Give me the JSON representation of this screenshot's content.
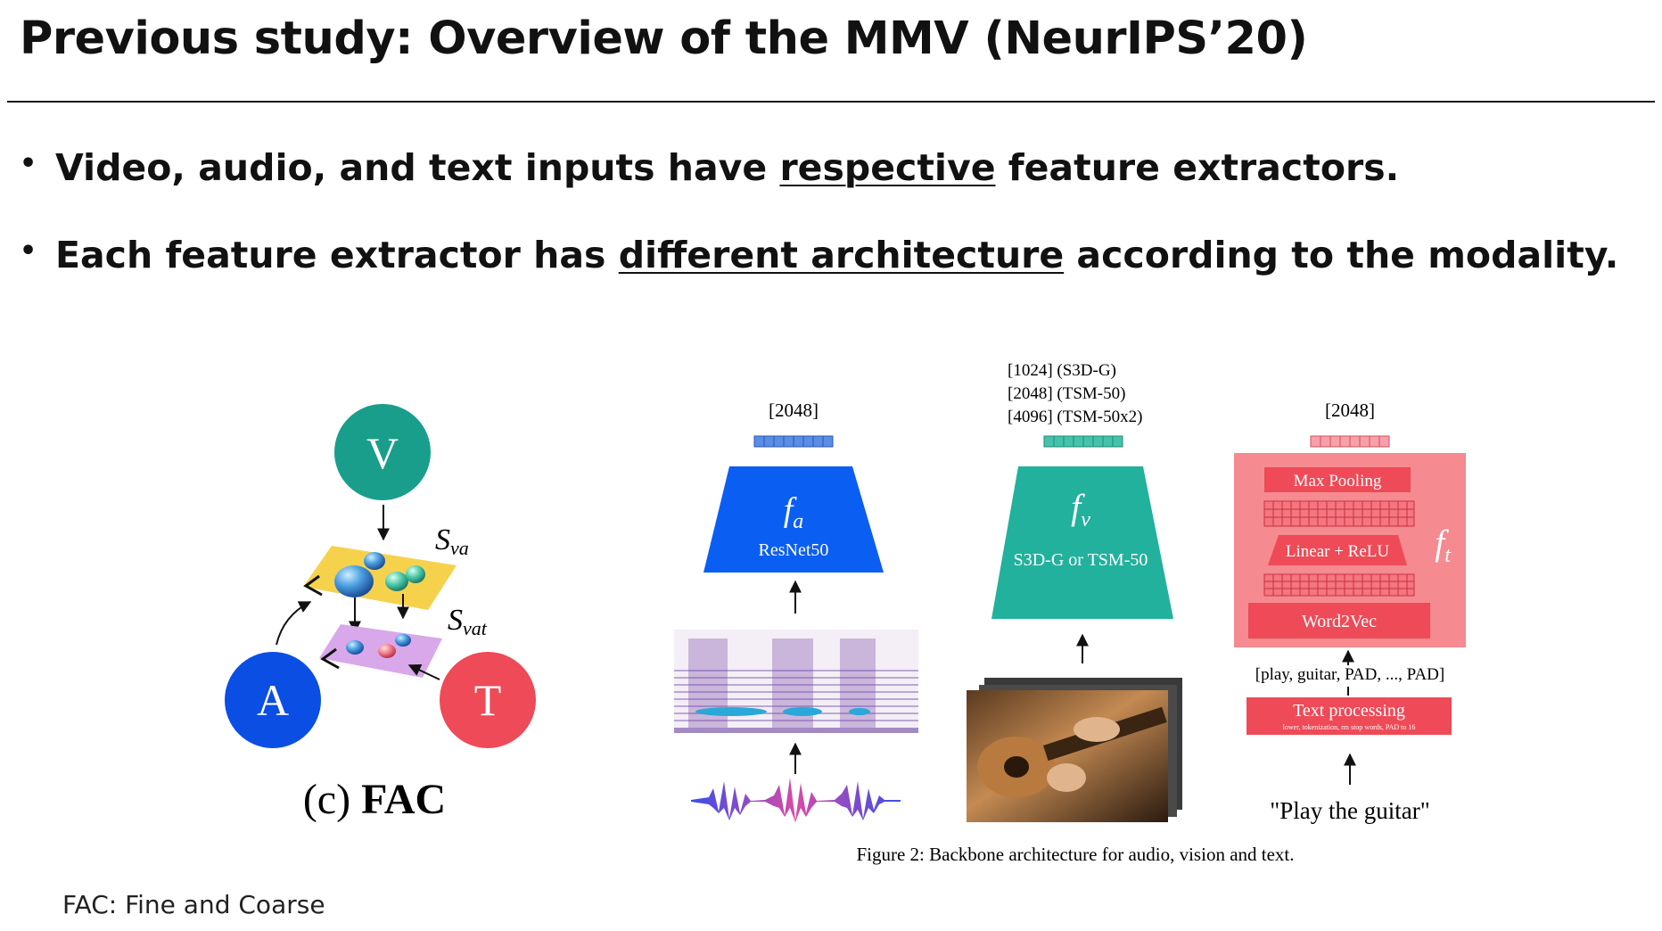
{
  "slide": {
    "title": "Previous study: Overview of the MMV (NeurIPS’20)",
    "bullets": [
      {
        "before": "Video, audio, and text inputs have ",
        "emph": "respective",
        "after": " feature extractors."
      },
      {
        "before": "Each feature extractor has ",
        "emph": "different architecture",
        "after": " according to the modality."
      }
    ],
    "footnote": "FAC: Fine and Coarse"
  },
  "fac": {
    "nodes": {
      "v": "V",
      "a": "A",
      "t": "T"
    },
    "spaces": {
      "va": "S",
      "va_sub": "va",
      "vat": "S",
      "vat_sub": "vat"
    },
    "caption_prefix": "(c) ",
    "caption_bold": "FAC",
    "colors": {
      "v": "#1a9e8c",
      "a": "#0a4ee4",
      "t": "#ee4a57",
      "va": "#f6d24c",
      "vat": "#d8a8ea"
    }
  },
  "backbone": {
    "audio": {
      "dim": "[2048]",
      "fn": "f",
      "fn_sub": "a",
      "net": "ResNet50",
      "color": "#0b5ef2"
    },
    "vision": {
      "dims": [
        "[1024] (S3D-G)",
        "[2048] (TSM-50)",
        "[4096] (TSM-50x2)"
      ],
      "fn": "f",
      "fn_sub": "v",
      "net": "S3D-G or TSM-50",
      "color": "#22b19c"
    },
    "text": {
      "dim": "[2048]",
      "fn": "f",
      "fn_sub": "t",
      "max_pooling": "Max Pooling",
      "linear_relu": "Linear + ReLU",
      "word2vec": "Word2Vec",
      "tokens": "[play, guitar, PAD, ..., PAD]",
      "processing": "Text processing",
      "processing_sub": "lower, tokenization, rm stop words, PAD to 16",
      "input": "\"Play the guitar\"",
      "color": "#f06b74"
    },
    "caption": "Figure 2:  Backbone architecture for audio, vision and text."
  }
}
